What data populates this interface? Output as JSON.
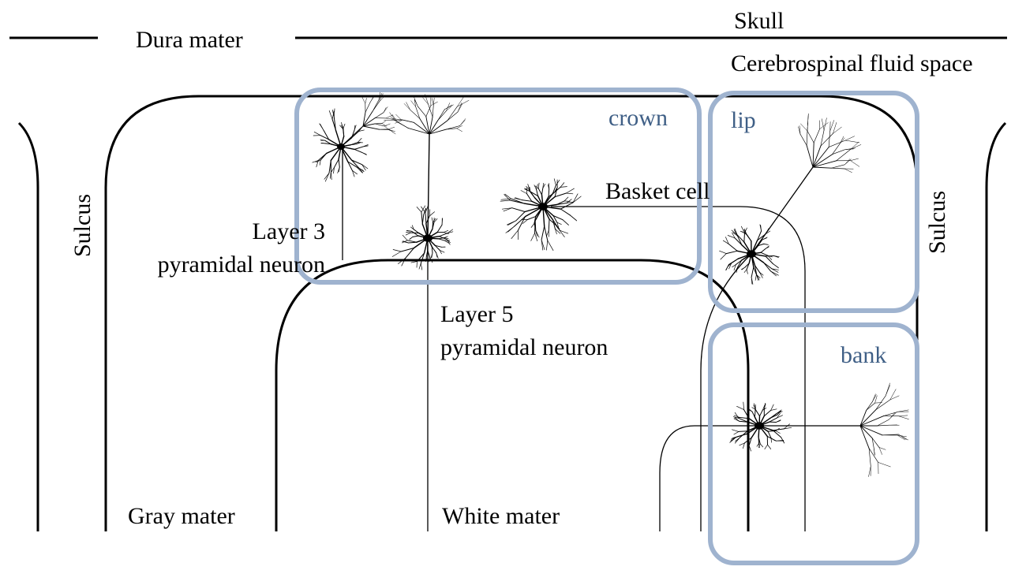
{
  "colors": {
    "region_box": "#9fb3cf",
    "region_text": "#3f5f86",
    "line": "#000000",
    "background": "#ffffff"
  },
  "labels": {
    "skull": "Skull",
    "dura_mater": "Dura mater",
    "csf_space": "Cerebrospinal fluid space",
    "sulcus_left": "Sulcus",
    "sulcus_right": "Sulcus",
    "layer3_line1": "Layer 3",
    "layer3_line2": "pyramidal neuron",
    "layer5_line1": "Layer 5",
    "layer5_line2": "pyramidal neuron",
    "basket_cell": "Basket cell",
    "gray_mater": "Gray mater",
    "white_mater": "White mater"
  },
  "regions": {
    "crown": "crown",
    "lip": "lip",
    "bank": "bank"
  },
  "neurons": [
    {
      "id": "layer3-pyramidal",
      "kind": "pyramidal"
    },
    {
      "id": "layer5-pyramidal",
      "kind": "pyramidal"
    },
    {
      "id": "basket-cell",
      "kind": "basket"
    },
    {
      "id": "lip-pyramidal",
      "kind": "pyramidal"
    },
    {
      "id": "bank-pyramidal",
      "kind": "pyramidal"
    }
  ]
}
